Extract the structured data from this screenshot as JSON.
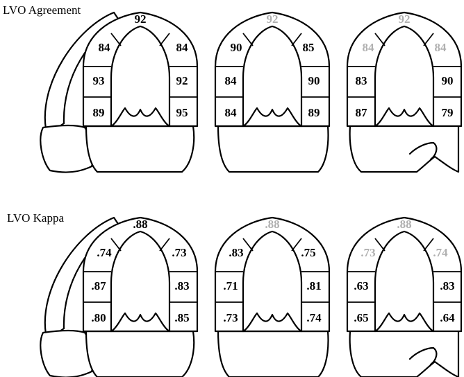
{
  "colors": {
    "ink": "#000000",
    "muted": "#b0b0b0",
    "background": "#ffffff"
  },
  "panels": [
    {
      "title": "LVO Agreement",
      "diagrams": [
        {
          "apex": "92",
          "apex_muted": false,
          "left": [
            "84",
            "93",
            "89"
          ],
          "right": [
            "84",
            "92",
            "95"
          ],
          "muted": {
            "left0": false,
            "right0": false
          }
        },
        {
          "apex": "92",
          "apex_muted": true,
          "left": [
            "90",
            "84",
            "84"
          ],
          "right": [
            "85",
            "90",
            "89"
          ],
          "muted": {
            "left0": false,
            "right0": false
          }
        },
        {
          "apex": "92",
          "apex_muted": true,
          "left": [
            "84",
            "83",
            "87"
          ],
          "right": [
            "84",
            "90",
            "79"
          ],
          "muted": {
            "left0": true,
            "right0": true
          }
        }
      ]
    },
    {
      "title": "LVO Kappa",
      "diagrams": [
        {
          "apex": ".88",
          "apex_muted": false,
          "left": [
            ".74",
            ".87",
            ".80"
          ],
          "right": [
            ".73",
            ".83",
            ".85"
          ],
          "muted": {
            "left0": false,
            "right0": false
          }
        },
        {
          "apex": ".88",
          "apex_muted": true,
          "left": [
            ".83",
            ".71",
            ".73"
          ],
          "right": [
            ".75",
            ".81",
            ".74"
          ],
          "muted": {
            "left0": false,
            "right0": false
          }
        },
        {
          "apex": ".88",
          "apex_muted": true,
          "left": [
            ".73",
            ".63",
            ".65"
          ],
          "right": [
            ".74",
            ".83",
            ".64"
          ],
          "muted": {
            "left0": true,
            "right0": true
          }
        }
      ]
    }
  ]
}
